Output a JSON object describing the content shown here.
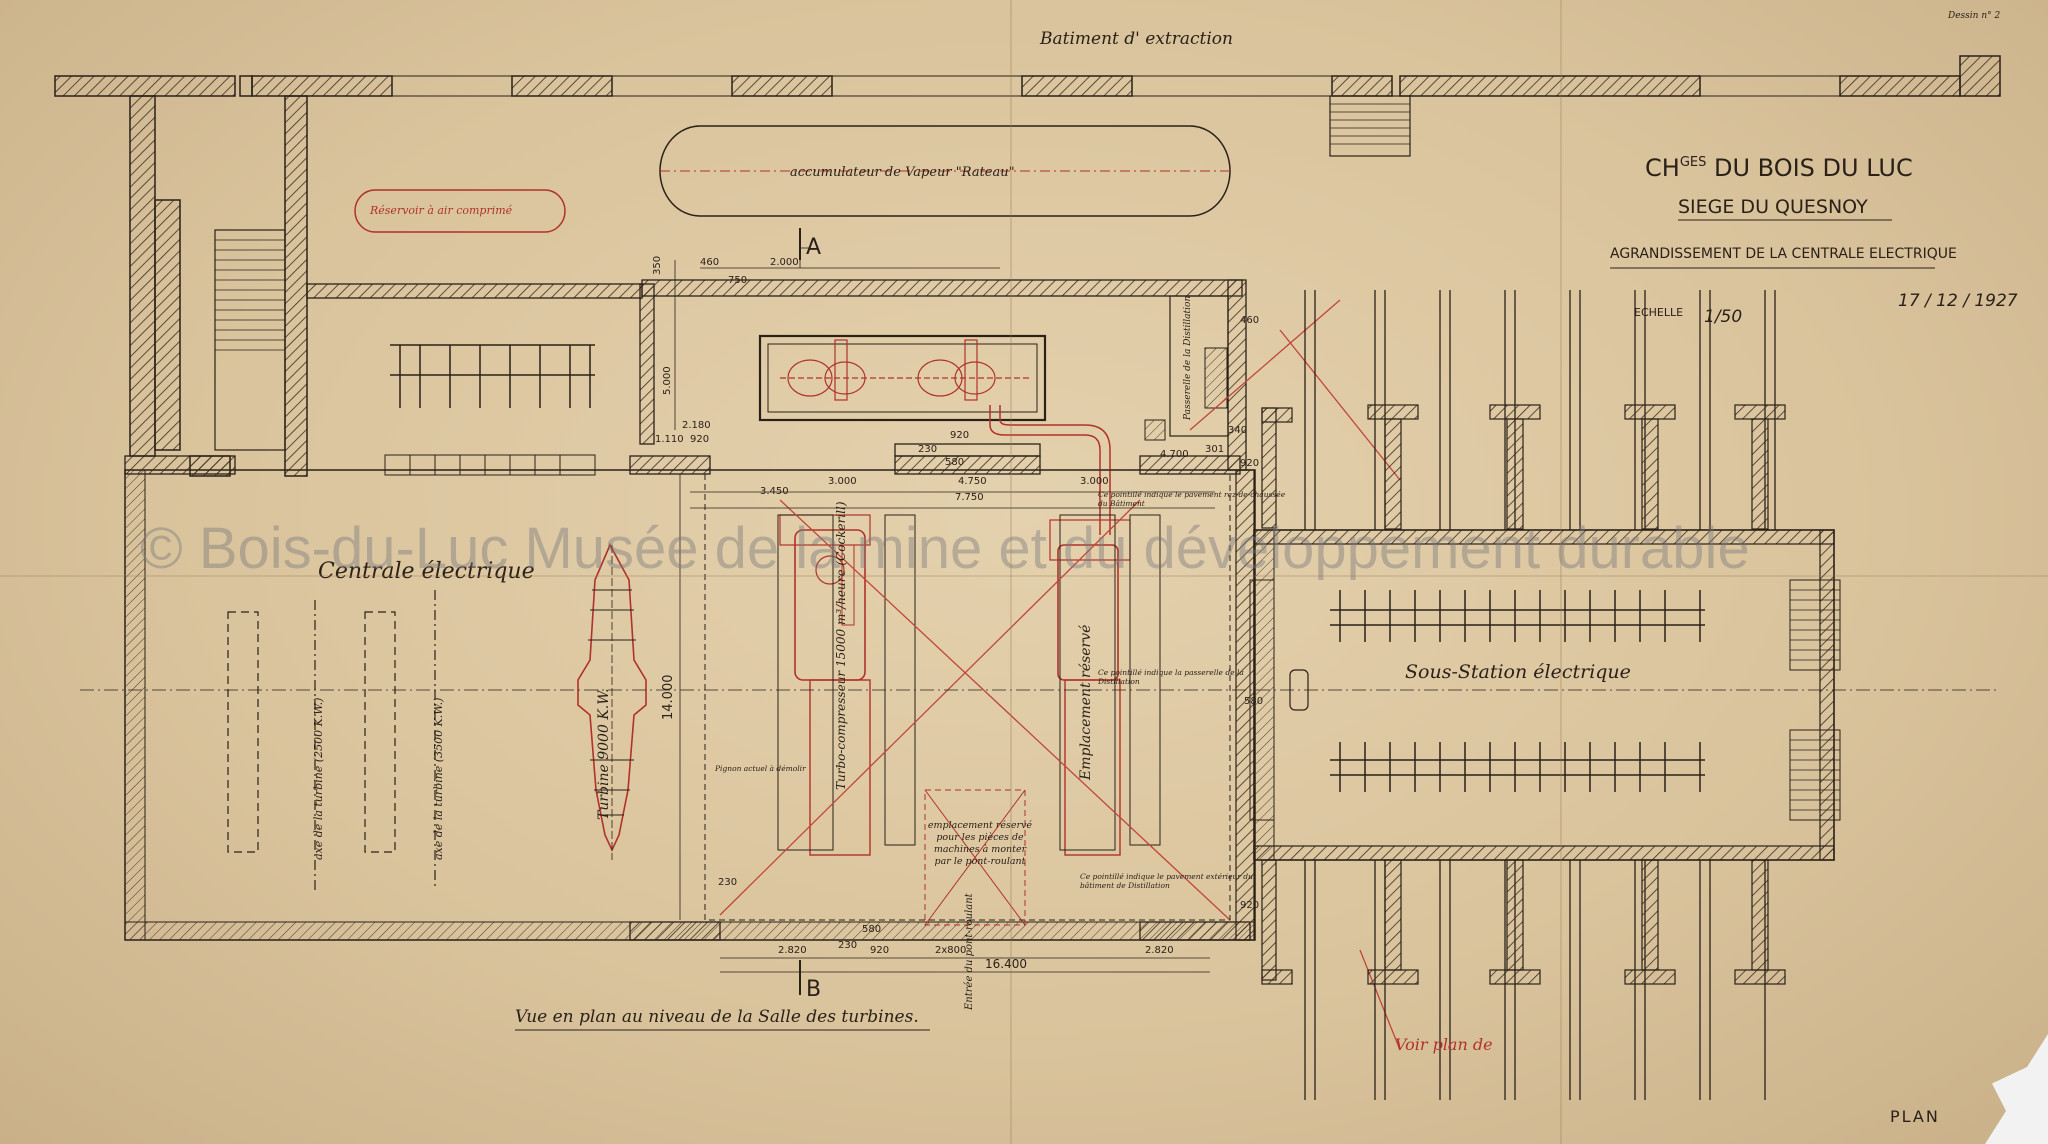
{
  "labels": {
    "top_building": "Batiment d' extraction",
    "accumulator": "accumulateur de Vapeur \"Rateau\"",
    "air_tank": "Réservoir à air comprimé",
    "central": "Centrale électrique",
    "substation": "Sous-Station électrique",
    "view_caption": "Vue en plan au niveau de la Salle des turbines.",
    "turbine_9000": "Turbine 9000 K.W.",
    "axis_1": "axe de la turbine (2500 K.W.)",
    "axis_2": "axe de la turbine (3500 K.W.)",
    "turbo": "Turbo-compresseur 15000 m³/heure (Cockerill)",
    "reserve": "Emplacement réservé",
    "reserved_space": "emplacement réservé pour les pièces de machines à monter par le pont-roulant",
    "entry": "Entrée du pont-roulant",
    "pointille_1": "Ce pointillé indique le pavement rez-de-chaussée du Bâtiment",
    "pointille_2": "Ce pointillé indique la passerelle de la Distillation",
    "pointille_3": "Ce pointillé indique le pavement extérieur du bâtiment de Distillation",
    "pignon_note": "Pignon actuel à démolir",
    "section_a": "A",
    "section_b": "B",
    "plan": "PLAN",
    "red_note": "Voir plan de",
    "corner_note": "Dessin n° 2",
    "vertical_note": "Passerelle de la Distillation"
  },
  "title_block": {
    "company_prefix": "CH",
    "company_sup": "GES",
    "company_rest": " DU BOIS DU LUC",
    "siege": "SIEGE DU QUESNOY",
    "subtitle": "AGRANDISSEMENT DE LA CENTRALE ELECTRIQUE",
    "scale_label": "ECHELLE",
    "scale_value": "1/50",
    "date": "17 / 12 / 1927"
  },
  "dimensions": {
    "d350": "350",
    "d460": "460",
    "d750": "750",
    "d2000": "2.000",
    "d5000": "5.000",
    "d2180": "2.180",
    "d1110": "1.110",
    "d920a": "920",
    "d920b": "920",
    "d230a": "230",
    "d580a": "580",
    "d3450": "3.450",
    "d3000a": "3.000",
    "d4750": "4.750",
    "d7750": "7.750",
    "d3000b": "3.000",
    "d4700": "4.700",
    "d340": "340",
    "d301": "301",
    "d920c": "920",
    "d14000": "14.000",
    "d580b": "580",
    "d230b": "230",
    "d580c": "580",
    "d2820a": "2.820",
    "d230c": "230",
    "d920d": "920",
    "d2x800": "2x800",
    "d16400": "16.400",
    "d2820b": "2.820",
    "d920e": "920",
    "d460b": "460"
  },
  "watermark": "© Bois-du-Luc Musée de la mine et du développement durable"
}
